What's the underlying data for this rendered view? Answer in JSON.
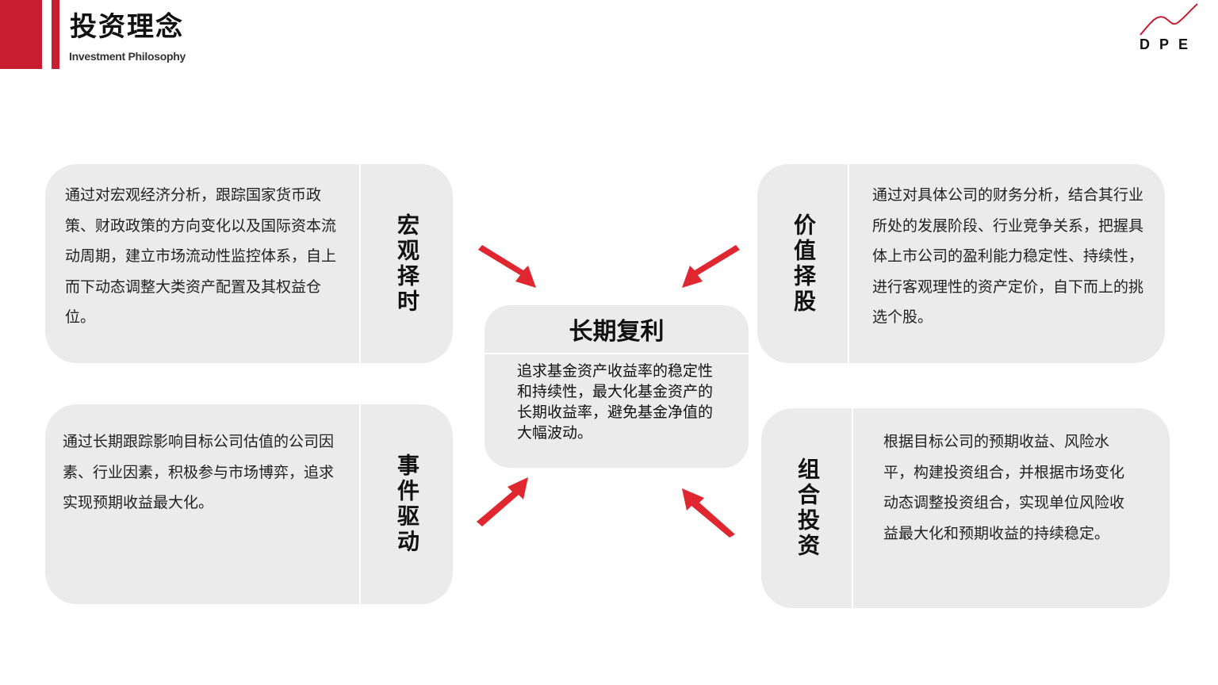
{
  "header": {
    "title": "投资理念",
    "subtitle": "Investment Philosophy",
    "logo_text": "DPE"
  },
  "center": {
    "title": "长期复利",
    "text": "追求基金资产收益率的稳定性和持续性，最大化基金资产的长期收益率，避免基金净值的大幅波动。"
  },
  "cards": [
    {
      "label": "宏观择时",
      "text": "通过对宏观经济分析，跟踪国家货币政策、财政政策的方向变化以及国际资本流动周期，建立市场流动性监控体系，自上而下动态调整大类资产配置及其权益仓位。"
    },
    {
      "label": "事件驱动",
      "text": "通过长期跟踪影响目标公司估值的公司因素、行业因素，积极参与市场博弈，追求实现预期收益最大化。"
    },
    {
      "label": "价值择股",
      "text": "通过对具体公司的财务分析，结合其行业所处的发展阶段、行业竞争关系，把握具体上市公司的盈利能力稳定性、持续性，进行客观理性的资产定价，自下而上的挑选个股。"
    },
    {
      "label": "组合投资",
      "text": "根据目标公司的预期收益、风险水平，构建投资组合，并根据市场变化动态调整投资组合，实现单位风险收益最大化和预期收益的持续稳定。"
    }
  ],
  "colors": {
    "accent": "#c81d31",
    "card": "#ebebeb",
    "arrow": "#e0262f"
  }
}
